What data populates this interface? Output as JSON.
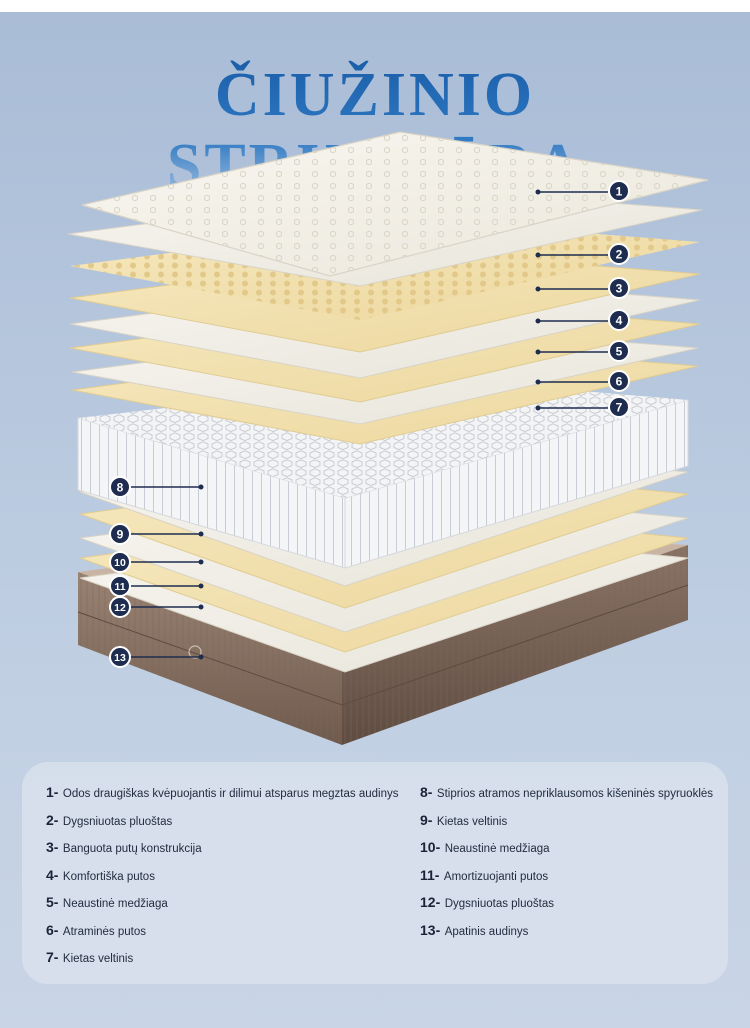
{
  "title": "ČIUŽINIO STRUKTŪRA",
  "callouts": [
    "1",
    "2",
    "3",
    "4",
    "5",
    "6",
    "7",
    "8",
    "9",
    "10",
    "11",
    "12",
    "13"
  ],
  "legend": {
    "left": [
      {
        "num": "1-",
        "text": "Odos draugiškas kvėpuojantis ir dilimui atsparus megztas audinys"
      },
      {
        "num": "2-",
        "text": "Dygsniuotas pluoštas"
      },
      {
        "num": "3-",
        "text": "Banguota putų konstrukcija"
      },
      {
        "num": "4-",
        "text": "Komfortiška putos"
      },
      {
        "num": "5-",
        "text": "Neaustinė medžiaga"
      },
      {
        "num": "6-",
        "text": "Atraminės putos"
      },
      {
        "num": "7-",
        "text": "Kietas veltinis"
      }
    ],
    "right": [
      {
        "num": "8-",
        "text": "Stiprios atramos nepriklausomos kišeninės spyruoklės"
      },
      {
        "num": "9-",
        "text": "Kietas veltinis"
      },
      {
        "num": "10-",
        "text": "Neaustinė medžiaga"
      },
      {
        "num": "11-",
        "text": "Amortizuojanti putos"
      },
      {
        "num": "12-",
        "text": "Dygsniuotas pluoštas"
      },
      {
        "num": "13-",
        "text": "Apatinis audinys"
      }
    ]
  },
  "colors": {
    "background": "#b7c8de",
    "title": "#2a6fb6",
    "callout": "#1e2d4f",
    "cream_layer": "#f2efe6",
    "yellow_layer": "#f1deaa",
    "base": "#8a7466"
  }
}
